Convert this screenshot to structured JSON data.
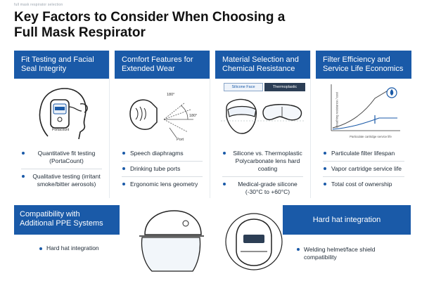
{
  "eyebrow": "full mask respirator selection",
  "title": "Key Factors to Consider When Choosing a Full Mask Respirator",
  "columns": [
    {
      "heading": "Fit Testing and Facial Seal Integrity",
      "device_label": "Portacount",
      "items": [
        "Quantitative fit testing (PortaCount)",
        "Qualitative testing (irritant smoke/bitter aerosols)"
      ]
    },
    {
      "heading": "Comfort Features for Extended Wear",
      "angle_top": "180°",
      "angle_side": "180°",
      "port_label": "Port",
      "items": [
        "Speech diaphragms",
        "Drinking tube ports",
        "Ergonomic lens geometry"
      ]
    },
    {
      "heading": "Material Selection and Chemical Resistance",
      "tab_left": "Silicone Face",
      "tab_right": "Thermoplastic",
      "items": [
        "Silicone vs. Thermoplastic Polycarbonate lens hard coating",
        "Medical-grade silicone (-30°C to +60°C)"
      ]
    },
    {
      "heading": "Filter Efficiency and Service Life Economics",
      "y_axis_label": "Breathing resistance / cost",
      "x_axis_label": "Particulate cartridge service life",
      "items": [
        "Particulate filter lifespan",
        "Vapor cartridge service life",
        "Total cost of ownership"
      ]
    }
  ],
  "bottom_left": {
    "heading": "Compatibility with Additional PPE Systems",
    "item": "Hard hat integration"
  },
  "bottom_right": {
    "heading": "Hard hat integration",
    "item": "Welding helmet/face shield compatibility"
  },
  "colors": {
    "accent": "#1a5aa8",
    "rule": "#d8dde2"
  }
}
